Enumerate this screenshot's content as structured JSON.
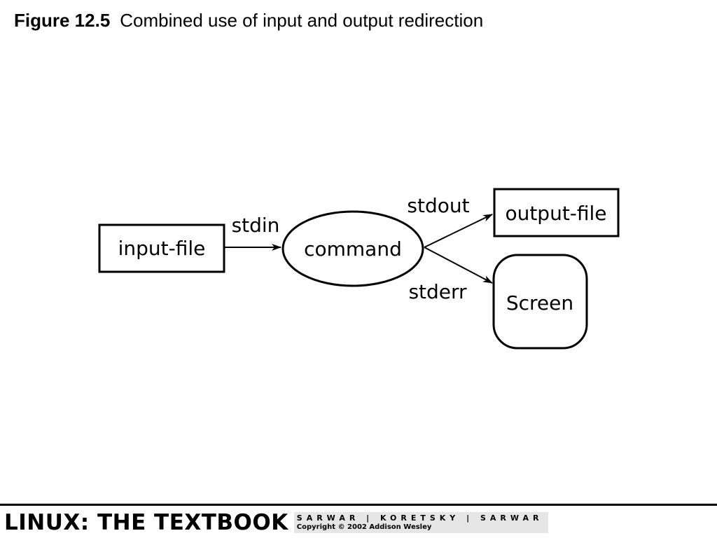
{
  "title": {
    "figure_number": "Figure 12.5",
    "caption": "Combined use of input and output redirection"
  },
  "diagram": {
    "nodes": {
      "input_file": "input-file",
      "command": "command",
      "output_file": "output-file",
      "screen": "Screen"
    },
    "edges": {
      "stdin": "stdin",
      "stdout": "stdout",
      "stderr": "stderr"
    }
  },
  "footer": {
    "book_title": "LINUX: THE TEXTBOOK",
    "authors": "SARWAR | KORETSKY | SARWAR",
    "copyright": "Copyright © 2002 Addison Wesley"
  }
}
